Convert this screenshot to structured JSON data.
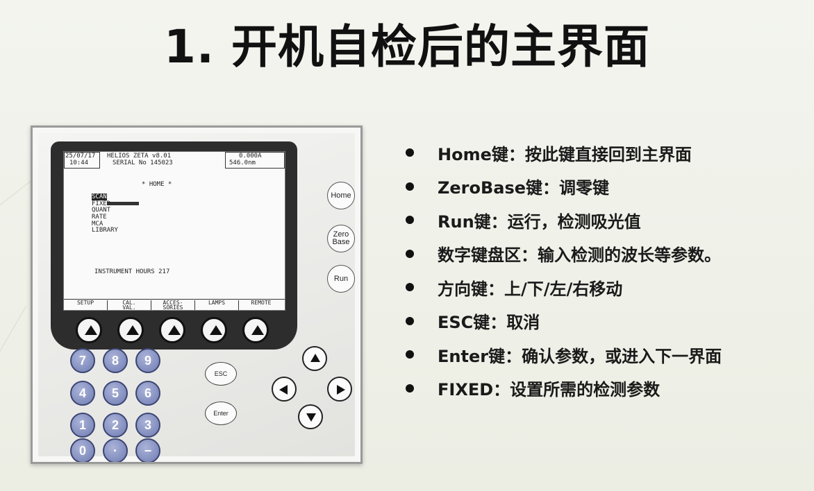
{
  "slide": {
    "title": "1. 开机自检后的主界面"
  },
  "screen": {
    "date": "25/07/17",
    "time": "10:44",
    "model": "HELIOS ZETA v8.01",
    "serial": "SERIAL No 145023",
    "absorbance": "0.000A",
    "wavelength": "546.0nm",
    "menu_title": "* HOME *",
    "menu_items": [
      "SCAN",
      "FIXED",
      "QUANT",
      "RATE",
      "MCA",
      "LIBRARY"
    ],
    "hours": "INSTRUMENT HOURS 217",
    "softkeys": [
      "SETUP",
      "CAL.\nVAL.",
      "ACCES-\nSORIES",
      "LAMPS",
      "REMOTE"
    ]
  },
  "keys": {
    "home": "Home",
    "zero": "Zero\nBase",
    "run": "Run",
    "esc": "ESC",
    "enter": "Enter",
    "numpad": [
      "7",
      "8",
      "9",
      "4",
      "5",
      "6",
      "1",
      "2",
      "3",
      "0",
      "·",
      "−"
    ]
  },
  "bullets": [
    "Home键：按此键直接回到主界面",
    "ZeroBase键：调零键",
    "Run键：运行，检测吸光值",
    "数字键盘区：输入检测的波长等参数。",
    "方向键：上/下/左/右移动",
    "ESC键：取消",
    "Enter键：确认参数，或进入下一界面",
    "FIXED：设置所需的检测参数"
  ],
  "colors": {
    "background": "#eff0e9",
    "numpad_key": "#7c88bd",
    "text": "#1a1a1a"
  }
}
